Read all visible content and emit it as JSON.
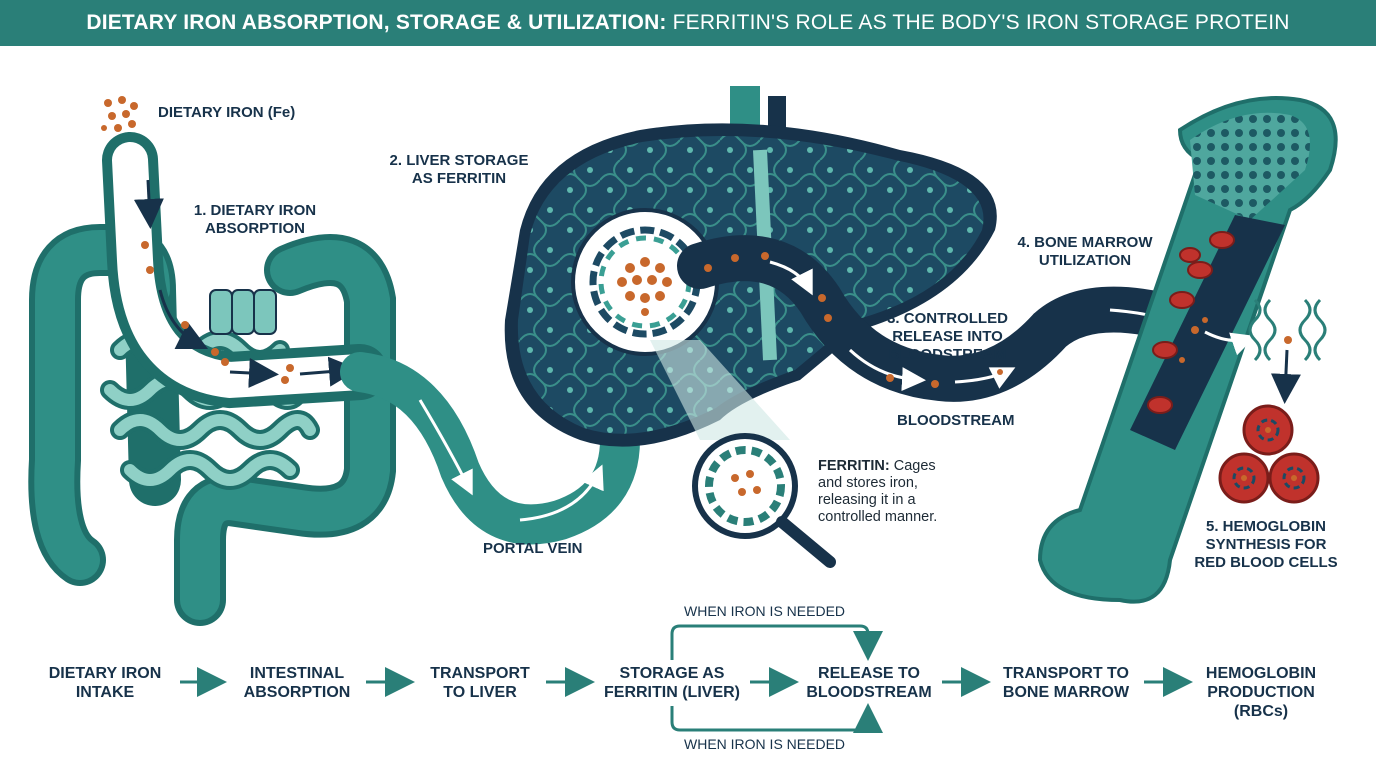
{
  "title": {
    "bold": "DIETARY IRON ABSORPTION, STORAGE & UTILIZATION:",
    "light": "FERRITIN'S ROLE AS THE BODY'S IRON STORAGE PROTEIN"
  },
  "labels": {
    "dietary_iron": "DIETARY IRON (Fe)",
    "step1_line1": "1. DIETARY IRON",
    "step1_line2": "ABSORPTION",
    "step2_line1": "2. LIVER STORAGE",
    "step2_line2": "AS FERRITIN",
    "step3_line1": "3. CONTROLLED",
    "step3_line2": "RELEASE INTO",
    "step3_line3": "BLOODSTREAM",
    "step4_line1": "4. BONE MARROW",
    "step4_line2": "UTILIZATION",
    "step5_line1": "5. HEMOGLOBIN",
    "step5_line2": "SYNTHESIS FOR",
    "step5_line3": "RED BLOOD CELLS",
    "portal_vein": "PORTAL VEIN",
    "bloodstream": "BLOODSTREAM"
  },
  "ferritin_note": {
    "term": "FERRITIN:",
    "line1": "Cages",
    "line2": "and stores iron,",
    "line3": "releasing it in a",
    "line4": "controlled manner."
  },
  "flow": {
    "steps": [
      {
        "line1": "DIETARY IRON",
        "line2": "INTAKE"
      },
      {
        "line1": "INTESTINAL",
        "line2": "ABSORPTION"
      },
      {
        "line1": "TRANSPORT",
        "line2": "TO LIVER"
      },
      {
        "line1": "STORAGE AS",
        "line2": "FERRITIN (LIVER)"
      },
      {
        "line1": "RELEASE TO",
        "line2": "BLOODSTREAM"
      },
      {
        "line1": "TRANSPORT TO",
        "line2": "BONE MARROW"
      },
      {
        "line1": "HEMOGLOBIN",
        "line2": "PRODUCTION",
        "line3": "(RBCs)"
      }
    ],
    "when_top": "WHEN IRON IS NEEDED",
    "when_bottom": "WHEN IRON IS NEEDED"
  },
  "colors": {
    "teal": "#2a7f78",
    "dark_navy": "#173550",
    "light_teal": "#7cc6bc",
    "iron_orange": "#c8682c",
    "rbc_red": "#c0322c"
  },
  "icons": [
    "iron-particles-icon",
    "intestine-icon",
    "liver-icon",
    "ferritin-molecule-icon",
    "magnifier-icon",
    "bone-icon",
    "red-blood-cell-icon",
    "dna-icon"
  ]
}
